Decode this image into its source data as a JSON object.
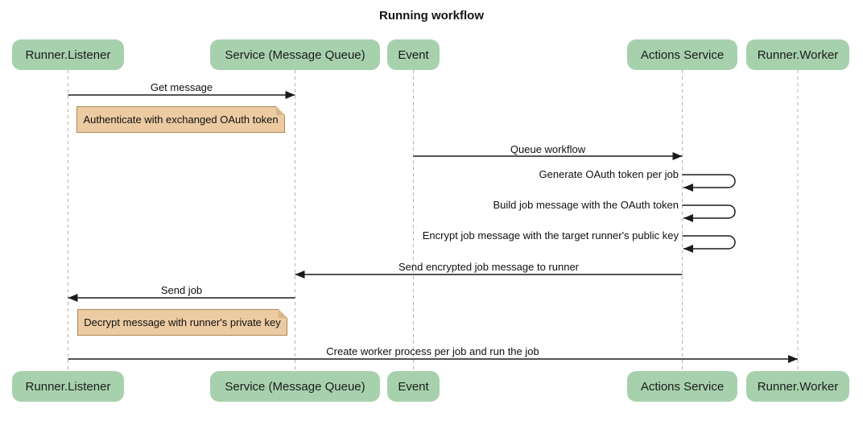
{
  "title": "Running workflow",
  "actors": [
    {
      "label": "Runner.Listener"
    },
    {
      "label": "Service (Message Queue)"
    },
    {
      "label": "Event"
    },
    {
      "label": "Actions Service"
    },
    {
      "label": "Runner.Worker"
    }
  ],
  "messages": [
    {
      "label": "Get message",
      "from": "Runner.Listener",
      "to": "Service (Message Queue)"
    },
    {
      "label": "Queue workflow",
      "from": "Event",
      "to": "Actions Service"
    },
    {
      "label": "Generate OAuth token per job",
      "from": "Actions Service",
      "to": "Actions Service"
    },
    {
      "label": "Build job message with the OAuth token",
      "from": "Actions Service",
      "to": "Actions Service"
    },
    {
      "label": "Encrypt job message with the target runner's public key",
      "from": "Actions Service",
      "to": "Actions Service"
    },
    {
      "label": "Send encrypted job message to runner",
      "from": "Actions Service",
      "to": "Service (Message Queue)"
    },
    {
      "label": "Send job",
      "from": "Service (Message Queue)",
      "to": "Runner.Listener"
    },
    {
      "label": "Create worker process per job and run the job",
      "from": "Runner.Listener",
      "to": "Runner.Worker"
    }
  ],
  "notes": [
    {
      "label": "Authenticate with exchanged OAuth token"
    },
    {
      "label": "Decrypt message with runner's private key"
    }
  ],
  "colors": {
    "actor_fill": "#a7d1ad",
    "note_fill": "#eccba2",
    "note_border": "#a98a54",
    "lifeline": "#b3b3b3",
    "arrow": "#1b1b1b",
    "background": "#ffffff"
  }
}
